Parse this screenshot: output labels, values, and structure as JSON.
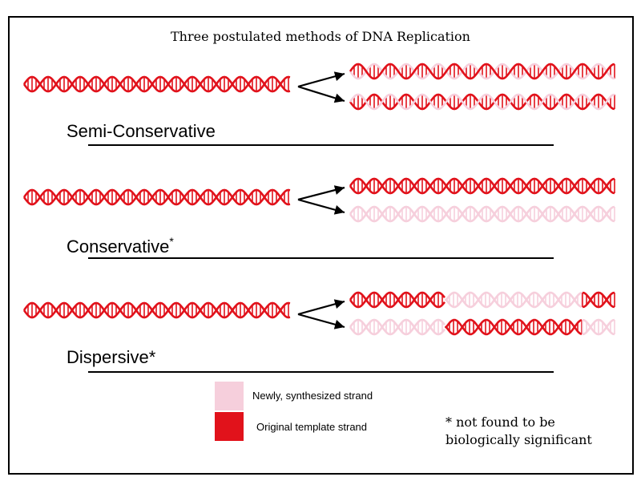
{
  "title": "Three postulated methods of DNA Replication",
  "methods": [
    {
      "label": "Semi-Conservative",
      "mark": ""
    },
    {
      "label": "Conservative",
      "mark": "*"
    },
    {
      "label": "Dispersive",
      "mark": "*"
    }
  ],
  "legend": {
    "new": {
      "label": "Newly, synthesized strand",
      "color": "#f6cfdc"
    },
    "original": {
      "label": "Original template strand",
      "color": "#e1121b"
    }
  },
  "footnote": {
    "mark": "*",
    "line1": "not found to be",
    "line2": "biologically significant"
  },
  "colors": {
    "original": "#e1121b",
    "new": "#f6cfdc",
    "arrow": "#000000"
  }
}
